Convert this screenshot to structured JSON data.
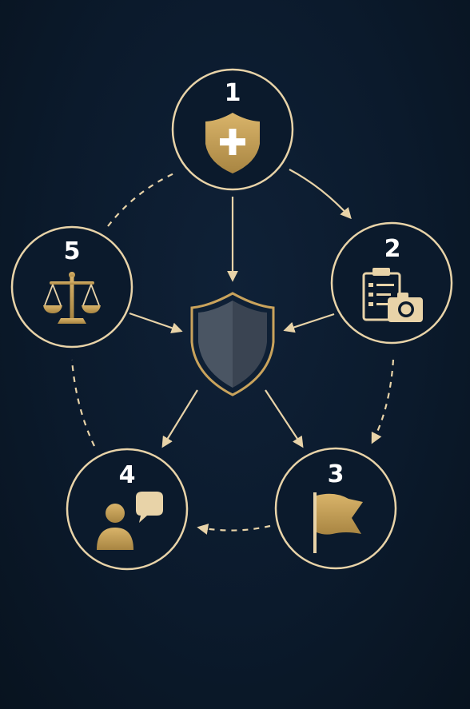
{
  "diagram": {
    "colors": {
      "background": "#0b1a2c",
      "accent": "#e8d3a8",
      "gold": "#c9a35c",
      "shield_fill": "#4a5563"
    },
    "center": {
      "icon": "shield-icon"
    },
    "steps": [
      {
        "number": "1",
        "icon": "medical-shield-icon"
      },
      {
        "number": "2",
        "icon": "clipboard-camera-icon"
      },
      {
        "number": "3",
        "icon": "flag-icon"
      },
      {
        "number": "4",
        "icon": "person-speech-bubble-icon"
      },
      {
        "number": "5",
        "icon": "scales-of-justice-icon"
      }
    ],
    "connections": [
      {
        "from": "1",
        "to": "2",
        "style": "solid"
      },
      {
        "from": "2",
        "to": "3",
        "style": "dashed"
      },
      {
        "from": "3",
        "to": "4",
        "style": "dashed"
      },
      {
        "from": "4",
        "to": "5",
        "style": "dashed"
      },
      {
        "from": "5",
        "to": "1",
        "style": "dashed"
      },
      {
        "from": "1",
        "to": "center",
        "style": "solid"
      },
      {
        "from": "2",
        "to": "center",
        "style": "solid"
      },
      {
        "from": "5",
        "to": "center",
        "style": "solid"
      },
      {
        "from": "center",
        "to": "3",
        "style": "solid"
      },
      {
        "from": "center",
        "to": "4",
        "style": "solid"
      }
    ]
  }
}
